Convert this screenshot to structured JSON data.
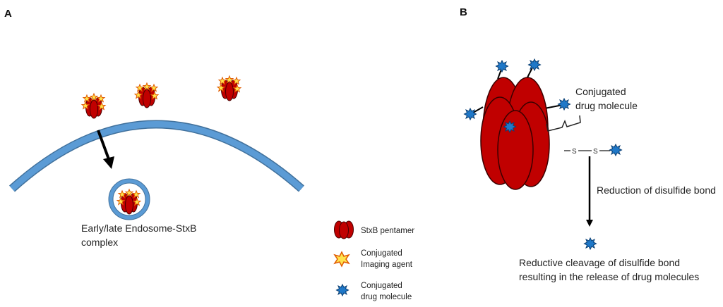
{
  "panels": {
    "a_label": "A",
    "b_label": "B"
  },
  "panel_a": {
    "endosome_caption_line1": "Early/late Endosome-StxB",
    "endosome_caption_line2": "complex"
  },
  "legend": {
    "pentamer": "StxB pentamer",
    "imaging_line1": "Conjugated",
    "imaging_line2": "Imaging agent",
    "drug_line1": "Conjugated",
    "drug_line2": "drug molecule"
  },
  "panel_b": {
    "conjugated_line1": "Conjugated",
    "conjugated_line2": "drug molecule",
    "s_left": "S",
    "s_right": "S",
    "reduction_label": "Reduction of disulfide bond",
    "result_line1": "Reductive cleavage of disulfide bond",
    "result_line2": "resulting in the release of drug molecules"
  },
  "colors": {
    "membrane": "#5b9bd5",
    "membrane_edge": "#41719c",
    "pentamer_fill": "#c00000",
    "pentamer_edge": "#4a0000",
    "drug_fill": "#1f78c8",
    "drug_edge": "#0b3f73",
    "star_fill": "#ffe34d",
    "star_edge": "#e05a00"
  }
}
